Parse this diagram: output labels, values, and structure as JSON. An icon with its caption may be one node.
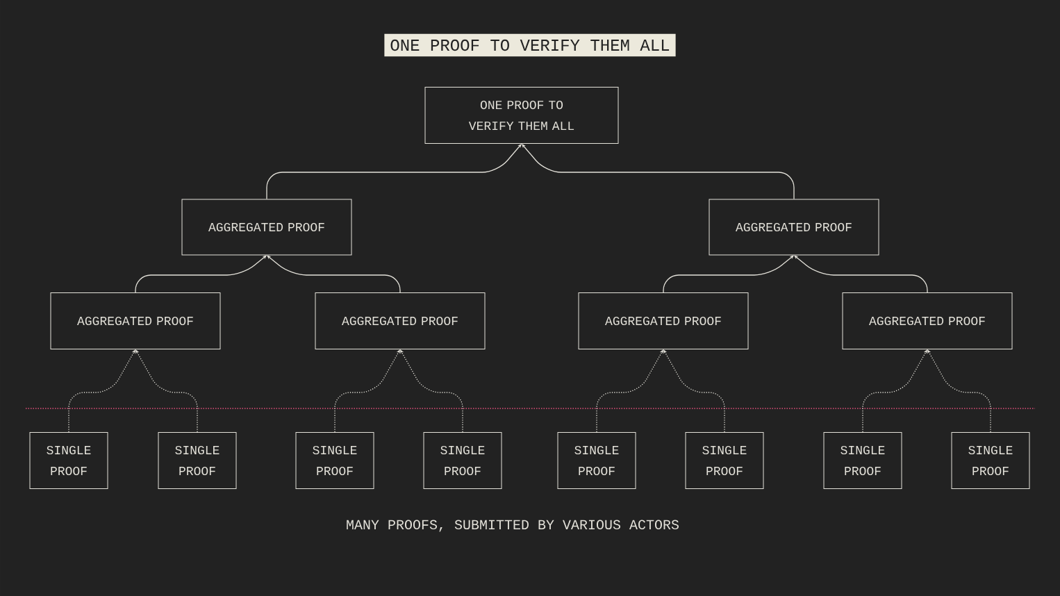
{
  "diagram": {
    "title": "ONE PROOF TO VERIFY THEM ALL",
    "caption": "MANY PROOFS, SUBMITTED BY VARIOUS ACTORS",
    "nodes": [
      {
        "text": [
          "ONE PROOF TO VERIFY THEM ALL"
        ]
      },
      {
        "text": [
          "AGGREGATED PROOF"
        ]
      },
      {
        "text": [
          "AGGREGATED PROOF"
        ]
      },
      {
        "text": [
          "AGGREGATED PROOF"
        ]
      },
      {
        "text": [
          "AGGREGATED PROOF"
        ]
      },
      {
        "text": [
          "AGGREGATED PROOF"
        ]
      },
      {
        "text": [
          "AGGREGATED PROOF"
        ]
      },
      {
        "text": [
          "SINGLE PROOF"
        ]
      },
      {
        "text": [
          "SINGLE PROOF"
        ]
      },
      {
        "text": [
          "SINGLE PROOF"
        ]
      },
      {
        "text": [
          "SINGLE PROOF"
        ]
      },
      {
        "text": [
          "SINGLE PROOF"
        ]
      },
      {
        "text": [
          "SINGLE PROOF"
        ]
      },
      {
        "text": [
          "SINGLE PROOF"
        ]
      },
      {
        "text": [
          "SINGLE PROOF"
        ]
      }
    ],
    "edges": [
      {
        "from": 1,
        "to": 0,
        "arrow": "to"
      },
      {
        "from": 2,
        "to": 0,
        "arrow": "to"
      },
      {
        "from": 3,
        "to": 1,
        "arrow": "to"
      },
      {
        "from": 4,
        "to": 1,
        "arrow": "to"
      },
      {
        "from": 5,
        "to": 2,
        "arrow": "to"
      },
      {
        "from": 6,
        "to": 2,
        "arrow": "to"
      },
      {
        "from": 7,
        "to": 3,
        "arrow": "to",
        "style": "dashed"
      },
      {
        "from": 8,
        "to": 3,
        "arrow": "to",
        "style": "dashed"
      },
      {
        "from": 9,
        "to": 4,
        "arrow": "to",
        "style": "dashed"
      },
      {
        "from": 10,
        "to": 4,
        "arrow": "to",
        "style": "dashed"
      },
      {
        "from": 11,
        "to": 5,
        "arrow": "to",
        "style": "dashed"
      },
      {
        "from": 12,
        "to": 5,
        "arrow": "to",
        "style": "dashed"
      },
      {
        "from": 13,
        "to": 6,
        "arrow": "to",
        "style": "dashed"
      },
      {
        "from": 14,
        "to": 6,
        "arrow": "to",
        "style": "dashed"
      }
    ]
  }
}
